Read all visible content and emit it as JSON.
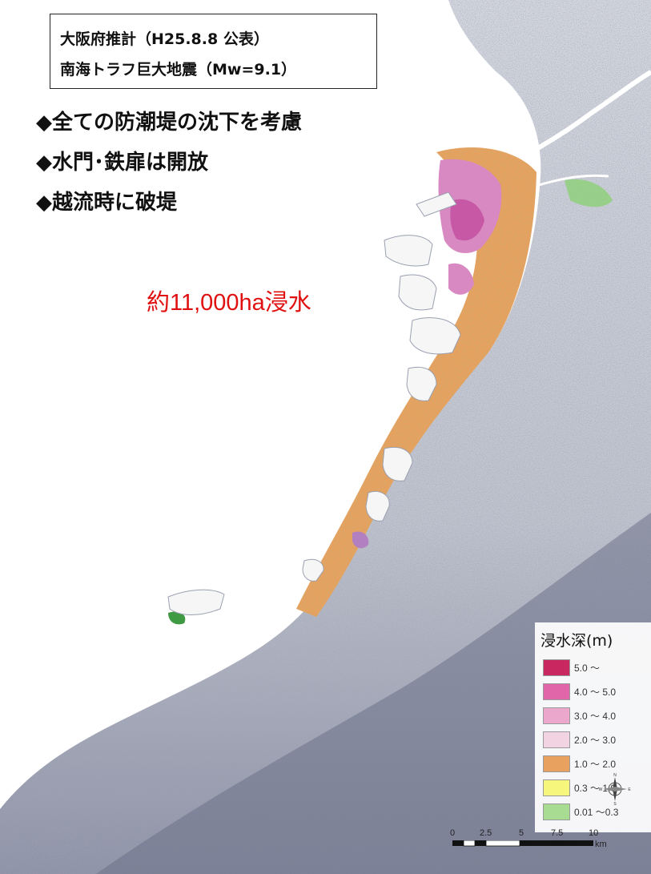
{
  "header": {
    "line1": "大阪府推計（H25.8.8 公表）",
    "line2": "南海トラフ巨大地震（Mw=9.1）"
  },
  "conditions": [
    "◆全ての防潮堤の沈下を考慮",
    "◆水門･鉄扉は開放",
    "◆越流時に破堤"
  ],
  "flood_area": "約11,000ha浸水",
  "legend": {
    "title": "浸水深(m)",
    "items": [
      {
        "label": "5.0 ～",
        "color": "#c8275f"
      },
      {
        "label": "4.0 ～ 5.0",
        "color": "#e065a9"
      },
      {
        "label": "3.0 ～ 4.0",
        "color": "#eba7cc"
      },
      {
        "label": "2.0 ～ 3.0",
        "color": "#f2d3e2"
      },
      {
        "label": "1.0 ～ 2.0",
        "color": "#e9a160"
      },
      {
        "label": "0.3 ～ 1.0",
        "color": "#f6f57c"
      },
      {
        "label": "0.01 ～0.3",
        "color": "#a9dc93"
      }
    ]
  },
  "compass": {
    "n": "N",
    "s": "S",
    "w": "W",
    "e": "E"
  },
  "scale_bar": {
    "ticks": [
      "0",
      "2.5",
      "5",
      "7.5",
      "10"
    ],
    "unit": "km"
  },
  "colors": {
    "land_light": "#c9ccd6",
    "land_dark": "#7c8196",
    "flood_text": "#e01010"
  }
}
